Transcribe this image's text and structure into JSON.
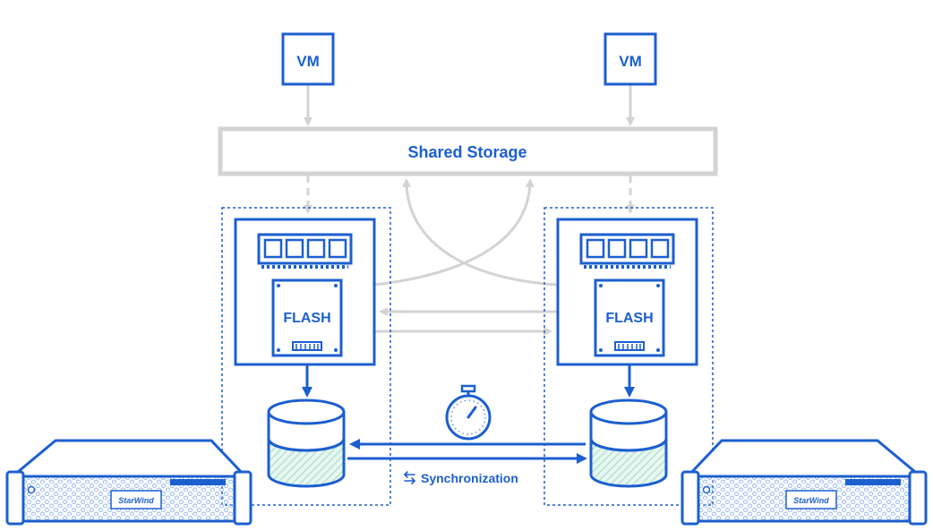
{
  "labels": {
    "vm_left": "VM",
    "vm_right": "VM",
    "shared_storage": "Shared Storage",
    "flash_left": "FLASH",
    "flash_right": "FLASH",
    "sync": "Synchronization",
    "brand_left": "StarWind",
    "brand_right": "StarWind"
  },
  "colors": {
    "primary": "#1c5fcf",
    "connector_gray": "#d3d3d3",
    "disk_stripe": "#a8e0cc",
    "disk_fill": "#e9f7f1"
  },
  "icons": {
    "sync": "sync-arrows-icon",
    "timer": "stopwatch-icon",
    "ram": "ram-module-icon",
    "disk": "database-cylinder-icon",
    "server": "rack-server-icon"
  }
}
